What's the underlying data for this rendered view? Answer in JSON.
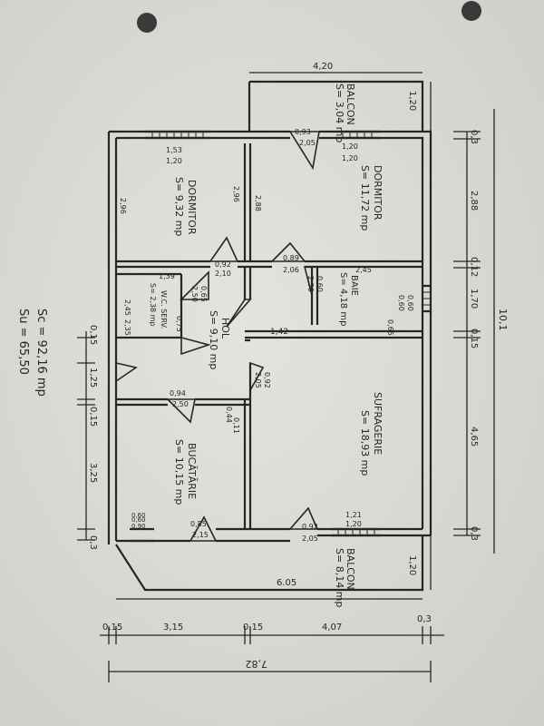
{
  "rooms": {
    "balcon_top": {
      "name": "BALCON",
      "area": "S= 3,04 mp"
    },
    "dormitor_left": {
      "name": "DORMITOR",
      "area": "S= 9,32 mp"
    },
    "dormitor_right": {
      "name": "DORMITOR",
      "area": "S= 11,72 mp"
    },
    "wc": {
      "name": "W.C. SERV.",
      "area": "S= 2,38 mp"
    },
    "hol": {
      "name": "HOL",
      "area": "S= 9,10 mp"
    },
    "baie": {
      "name": "BAIE",
      "area": "S= 4,18 mp"
    },
    "bucatarie": {
      "name": "BUCĂTĂRIE",
      "area": "S= 10,15 mp"
    },
    "sufragerie": {
      "name": "SUFRAGERIE",
      "area": "S= 18,93 mp"
    },
    "balcon_bottom": {
      "name": "BALCON",
      "area": "S= 8,14 mp"
    }
  },
  "dimensions": {
    "overall_width": "7,82",
    "overall_height": "10,1",
    "balcony_width": "4,20",
    "balcony_depth": "1,20",
    "lower_balcony_length": "6.05",
    "lower_balcony_depth": "1,20",
    "bottom_segments": [
      "0,15",
      "3,15",
      "0,15",
      "4,07",
      "0,3"
    ],
    "right_segments": [
      "0,3",
      "2,88",
      "0,12",
      "1,70",
      "0,15",
      "4,65",
      "0,3"
    ],
    "left_segments": [
      "0,15",
      "1,25",
      "0,15",
      "3,25",
      "0,3"
    ],
    "interior": {
      "w_153": "1,53",
      "w_120a": "1,20",
      "w_093": "0,93",
      "w_205a": "2,05",
      "w_120b": "1,20",
      "w_120c": "1,20",
      "d296a": "2,96",
      "d296b": "2,96",
      "d288": "2,88",
      "d092": "0,92",
      "d210": "2,10",
      "d089": "0,89",
      "d206": "2,06",
      "d060a": "0,60",
      "d250a": "2,50",
      "d245": "2,45",
      "d060b": "0,60",
      "d060c": "0,60",
      "d139": "1,39",
      "d065a": "0,65",
      "d250b": "2,50",
      "d245b": "2,45",
      "d235": "2,35",
      "d075": "0,75",
      "d142": "1,42",
      "d065b": "0,65",
      "d092b": "0,92",
      "d205b": "2,05",
      "d094": "0,94",
      "d250c": "2,50",
      "d011": "0,11",
      "d044": "0,44",
      "d092c": "0,92",
      "d205c": "2,05",
      "d121": "1,21",
      "d120d": "1,20",
      "d060d": "0,60",
      "d085": "0,85",
      "d215": "2,15",
      "d060e": "0,60",
      "d090": "0,90"
    }
  },
  "notes": {
    "sc": "Sc = 92,16 mp",
    "su": "Su = 65,50"
  },
  "colors": {
    "paper": "#d9d8d3",
    "ink": "#262626",
    "hole": "#3a3a3a"
  }
}
